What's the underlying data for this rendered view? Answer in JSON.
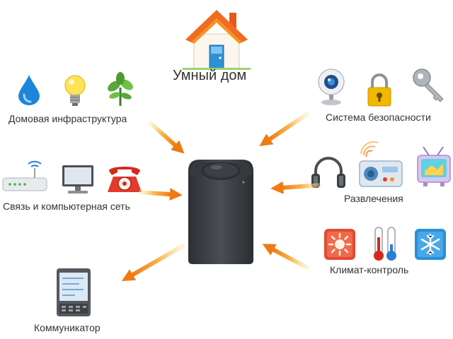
{
  "title": "Умный дом",
  "groups": {
    "infrastructure": {
      "label": "Домовая инфраструктура",
      "icons": [
        "water-drop-icon",
        "light-bulb-icon",
        "plant-icon"
      ]
    },
    "network": {
      "label": "Связь и компьютерная сеть",
      "icons": [
        "wifi-router-icon",
        "computer-monitor-icon",
        "telephone-icon"
      ]
    },
    "communicator": {
      "label": "Коммуникатор",
      "icons": [
        "smartphone-icon"
      ]
    },
    "security": {
      "label": "Система безопасности",
      "icons": [
        "webcam-icon",
        "padlock-icon",
        "key-icon"
      ]
    },
    "entertainment": {
      "label": "Развлечения",
      "icons": [
        "headphones-icon",
        "radio-icon",
        "tv-icon"
      ]
    },
    "climate": {
      "label": "Климат-контроль",
      "icons": [
        "heater-icon",
        "thermometer-icon",
        "snowflake-icon"
      ]
    }
  },
  "colors": {
    "arrow_start": "#fde9a6",
    "arrow_end": "#f07a12",
    "speaker_body": "#3e4246",
    "house_roof": "#f26b22",
    "label_text": "#333333"
  }
}
